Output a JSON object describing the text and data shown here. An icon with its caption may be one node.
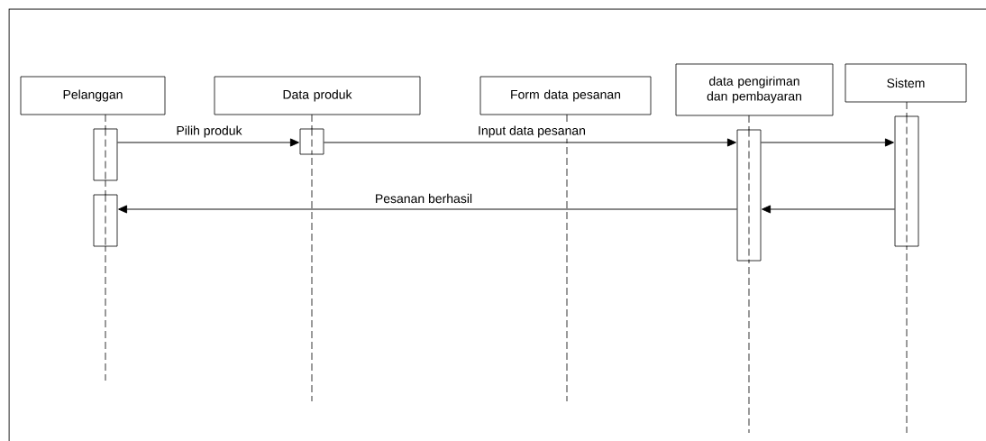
{
  "diagram": {
    "nodes": [
      {
        "text": [
          "Pelanggan"
        ]
      },
      {
        "text": [
          "Data produk"
        ]
      },
      {
        "text": [
          "Form data pesanan"
        ]
      },
      {
        "text": [
          "data pengiriman dan pembayaran"
        ]
      },
      {
        "text": [
          "Sistem"
        ]
      },
      {
        "text": [],
        "shape": "box"
      },
      {
        "text": [],
        "shape": "box"
      },
      {
        "text": [],
        "shape": "box"
      },
      {
        "text": [],
        "shape": "box"
      },
      {
        "text": [],
        "shape": "box"
      }
    ],
    "edges": [
      {
        "from": 5,
        "to": 7,
        "arrow": "to",
        "label": "Pilih produk"
      },
      {
        "from": 7,
        "to": 8,
        "arrow": "to",
        "label": "Input data pesanan"
      },
      {
        "from": 8,
        "to": 9,
        "arrow": "to"
      },
      {
        "from": 9,
        "to": 8,
        "arrow": "to"
      },
      {
        "from": 8,
        "to": 6,
        "arrow": "to",
        "label": "Pesanan berhasil"
      }
    ]
  }
}
